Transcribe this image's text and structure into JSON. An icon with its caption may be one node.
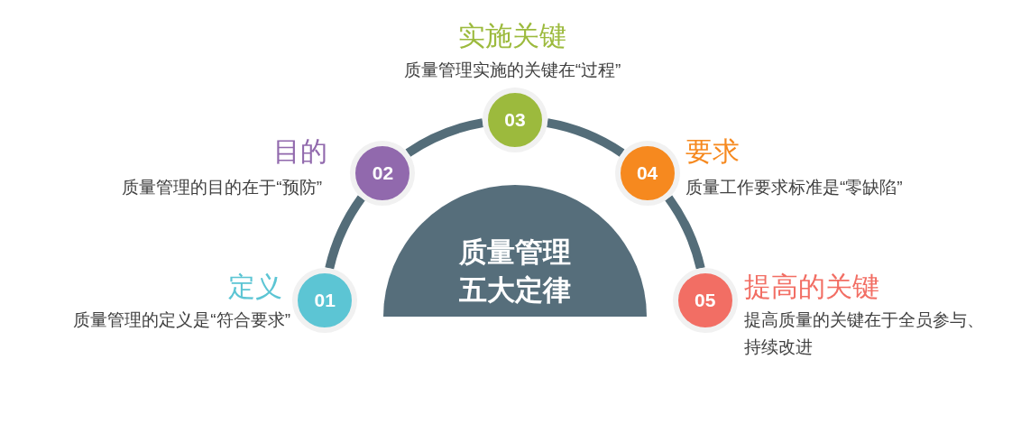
{
  "diagram": {
    "nodes": [
      {
        "text": [
          "01"
        ],
        "beside": [
          "定义",
          "质量管理的定义是“符合要求”"
        ]
      },
      {
        "text": [
          "02"
        ],
        "beside": [
          "目的",
          "质量管理的目的在于“预防”"
        ]
      },
      {
        "text": [
          "03"
        ],
        "beside": [
          "实施关键",
          "质量管理实施的关键在“过程”"
        ]
      },
      {
        "text": [
          "04"
        ],
        "beside": [
          "要求",
          "质量工作要求标准是“零缺陷”"
        ]
      },
      {
        "text": [
          "05"
        ],
        "beside": [
          "提高的关键",
          "提高质量的关键在于全员参与、持续改进"
        ]
      },
      {
        "text": [
          "质量管理五大定律"
        ]
      }
    ],
    "edges": [
      {
        "from": 0,
        "to": 1,
        "arrow": "none"
      },
      {
        "from": 1,
        "to": 2,
        "arrow": "none"
      },
      {
        "from": 2,
        "to": 3,
        "arrow": "none"
      },
      {
        "from": 3,
        "to": 4,
        "arrow": "none"
      }
    ]
  }
}
